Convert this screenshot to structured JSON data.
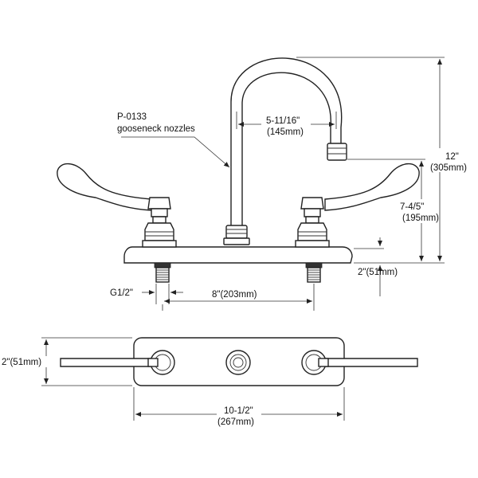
{
  "callout": {
    "part_number": "P-0133",
    "description": "gooseneck nozzles"
  },
  "dimensions": {
    "spout_reach": {
      "imperial": "5-11/16\"",
      "metric": "(145mm)"
    },
    "total_height": {
      "imperial": "12\"",
      "metric": "(305mm)"
    },
    "spout_clearance": {
      "imperial": "7-4/5\"",
      "metric": "(195mm)"
    },
    "deck_height_front": "2\"(51mm)",
    "thread": "G1/2\"",
    "center_spacing": "8\"(203mm)",
    "deck_depth_top": "2\"(51mm)",
    "deck_width": {
      "imperial": "10-1/2\"",
      "metric": "(267mm)"
    }
  }
}
